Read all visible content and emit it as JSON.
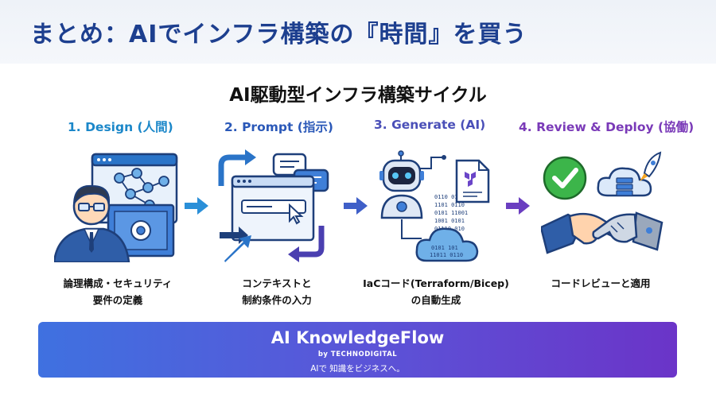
{
  "title": "まとめ：AIでインフラ構築の『時間』を買う",
  "cycle_title": "AI駆動型インフラ構築サイクル",
  "steps": [
    {
      "title": "1. Design (人間)",
      "desc_line1": "論理構成・セキュリティ",
      "desc_line2": "要件の定義",
      "color": "#1b87c9"
    },
    {
      "title": "2. Prompt (指示)",
      "desc_line1": "コンテキストと",
      "desc_line2": "制約条件の入力",
      "color": "#2a58b8"
    },
    {
      "title": "3. Generate (AI)",
      "desc_line1": "IaCコード(Terraform/Bicep)",
      "desc_line2": "の自動生成",
      "color": "#4a4fb8"
    },
    {
      "title": "4. Review & Deploy (協働)",
      "desc_line1": "コードレビューと適用",
      "desc_line2": "",
      "color": "#7a3ab8"
    }
  ],
  "illustration_icons": [
    "engineer-design-icon",
    "prompt-window-icon",
    "robot-generate-icon",
    "handshake-deploy-icon"
  ],
  "banner": {
    "brand": "AI KnowledgeFlow",
    "byline": "by TECHNODIGITAL",
    "tagline": "AIで 知識をビジネスへ。"
  },
  "colors": {
    "title": "#1d3f8f",
    "banner_start": "#3f71e0",
    "banner_end": "#6b34c8",
    "arrow1": "#2a8fd8",
    "arrow2": "#3f5fc8",
    "arrow3": "#6a3ec0"
  }
}
